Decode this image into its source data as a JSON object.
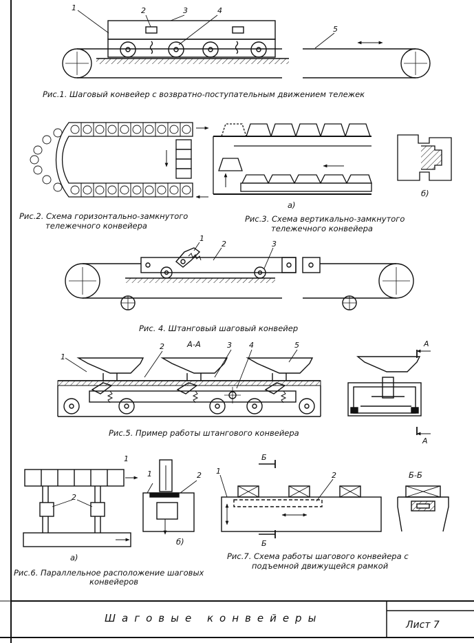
{
  "sheet": {
    "title": "Шаговые конвейеры",
    "sheet_label": "Лист 7"
  },
  "figures": {
    "fig1": {
      "caption": "Рис.1. Шаговый конвейер с возвратно-поступательным движением тележек",
      "labels": [
        "1",
        "2",
        "3",
        "4",
        "5"
      ]
    },
    "fig2": {
      "caption_line1": "Рис.2. Схема горизонтально-замкнутого",
      "caption_line2": "тележечного конвейера"
    },
    "fig3": {
      "caption_line1": "Рис.3. Схема вертикально-замкнутого",
      "caption_line2": "тележечного конвейера",
      "sub_a": "а)",
      "sub_b": "б)"
    },
    "fig4": {
      "caption": "Рис. 4. Штанговый шаговый конвейер",
      "labels": [
        "1",
        "2",
        "3"
      ]
    },
    "fig5": {
      "caption": "Рис.5. Пример работы штангового конвейера",
      "section_title": "А-А",
      "labels": [
        "1",
        "2",
        "3",
        "4",
        "5"
      ],
      "section_mark": "А"
    },
    "fig6": {
      "caption_line1": "Рис.6. Параллельное расположение шаговых",
      "caption_line2": "конвейеров",
      "sub_a": "а)",
      "sub_b": "б)",
      "labels": [
        "1",
        "2"
      ]
    },
    "fig7": {
      "caption_line1": "Рис.7. Схема работы шагового конвейера с",
      "caption_line2": "подъемной движущейся рамкой",
      "section_title": "Б-Б",
      "section_mark": "Б",
      "labels": [
        "1",
        "2"
      ]
    }
  }
}
